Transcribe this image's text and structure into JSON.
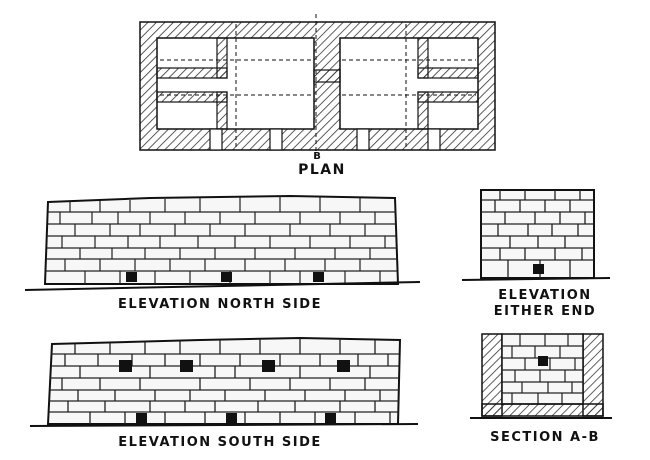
{
  "labels": {
    "plan_marker_top": "",
    "plan_marker": "B",
    "plan": "PLAN",
    "north": "ELEVATION NORTH SIDE",
    "end_line1": "ELEVATION",
    "end_line2": "EITHER END",
    "south": "ELEVATION SOUTH SIDE",
    "section": "SECTION A-B"
  },
  "colors": {
    "ink": "#111111",
    "paper": "#ffffff",
    "hatch": "#333333"
  }
}
